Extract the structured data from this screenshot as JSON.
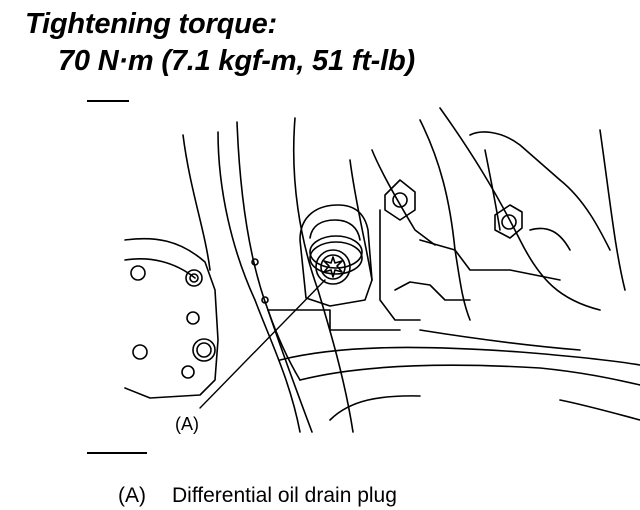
{
  "spec": {
    "title": "Tightening torque:",
    "value": "70 N·m (7.1 kgf-m, 51 ft-lb)"
  },
  "figure": {
    "callout": "(A)"
  },
  "legend": {
    "tag": "(A)",
    "text": "Differential oil drain plug"
  }
}
